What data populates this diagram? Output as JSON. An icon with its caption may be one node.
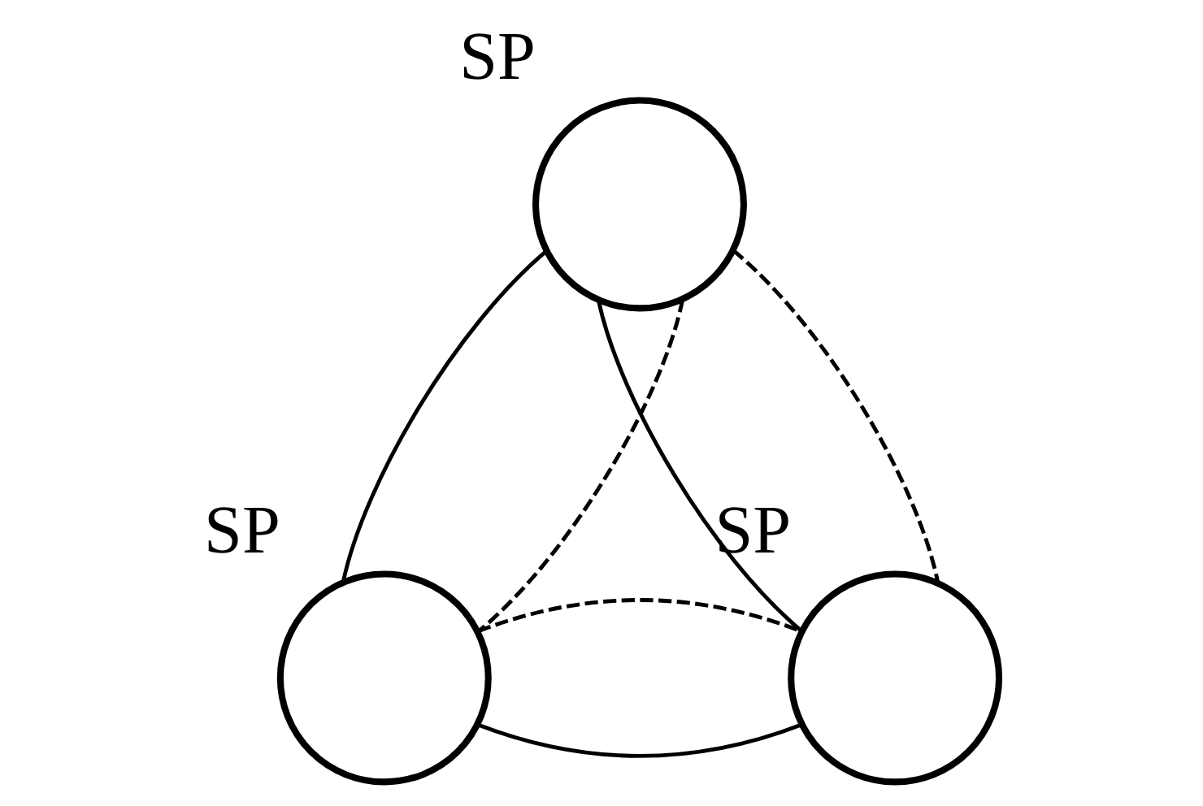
{
  "diagram": {
    "nodes": [
      {
        "text": [],
        "shape": "circle",
        "beside": [
          "SP"
        ]
      },
      {
        "text": [],
        "shape": "circle",
        "beside": [
          "SP"
        ]
      },
      {
        "text": [],
        "shape": "circle",
        "beside": [
          "SP"
        ]
      }
    ],
    "edges": [
      {
        "from": 0,
        "to": 1,
        "arrow": "none"
      },
      {
        "from": 0,
        "to": 1,
        "arrow": "none",
        "style": "dashed"
      },
      {
        "from": 0,
        "to": 2,
        "arrow": "none"
      },
      {
        "from": 0,
        "to": 2,
        "arrow": "none",
        "style": "dashed"
      },
      {
        "from": 1,
        "to": 2,
        "arrow": "none"
      },
      {
        "from": 1,
        "to": 2,
        "arrow": "none",
        "style": "dashed"
      }
    ]
  }
}
